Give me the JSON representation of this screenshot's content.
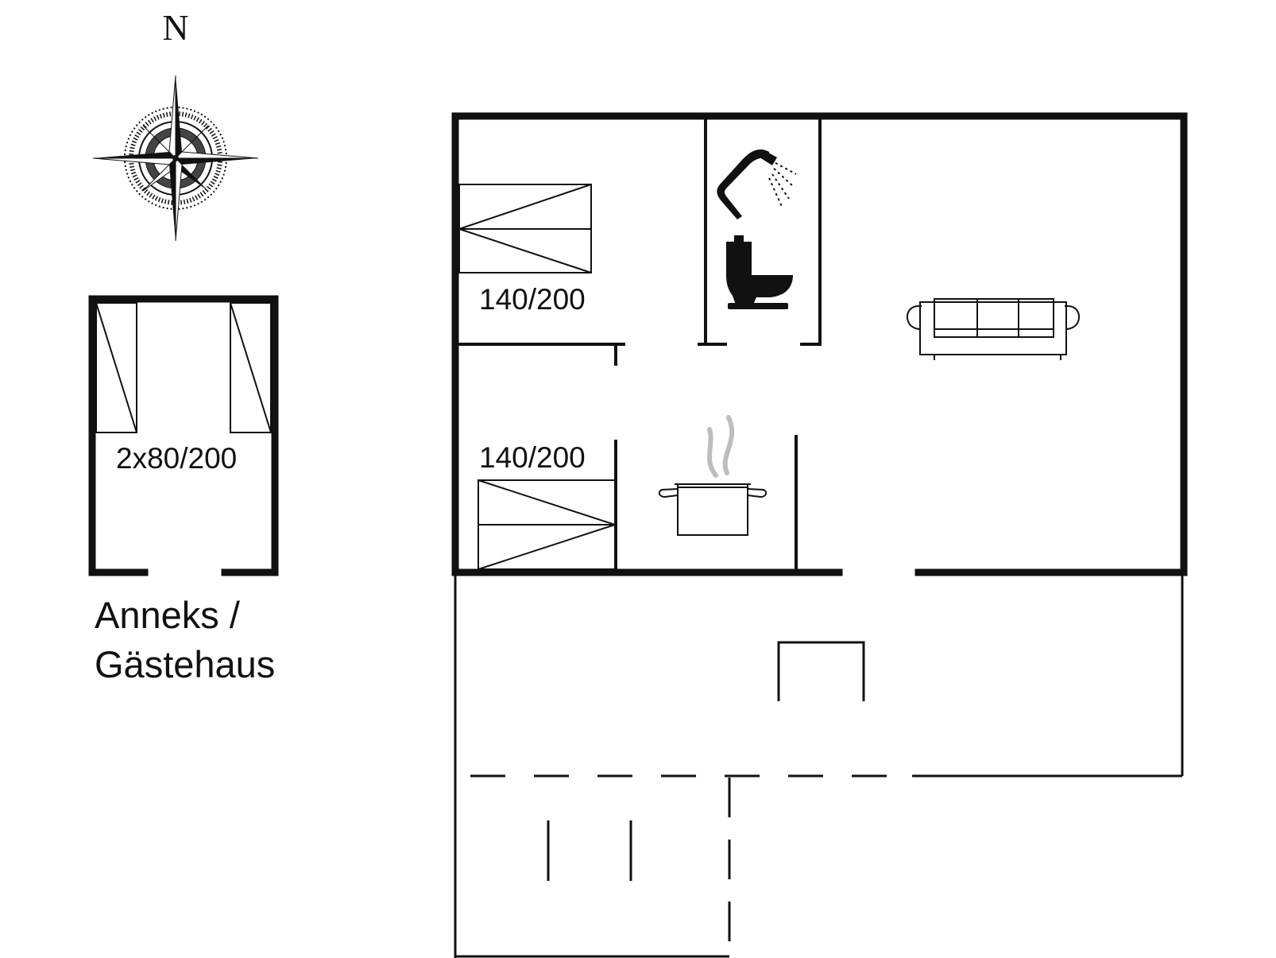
{
  "compass": {
    "north_label": "N"
  },
  "annex": {
    "bed_label": "2x80/200",
    "name_line1": "Anneks /",
    "name_line2": "Gästehaus"
  },
  "house": {
    "bedroom_top_bed_label": "140/200",
    "bedroom_bottom_bed_label": "140/200"
  },
  "colors": {
    "wall": "#111111",
    "steam": "#bdbdbd",
    "background": "#ffffff"
  }
}
